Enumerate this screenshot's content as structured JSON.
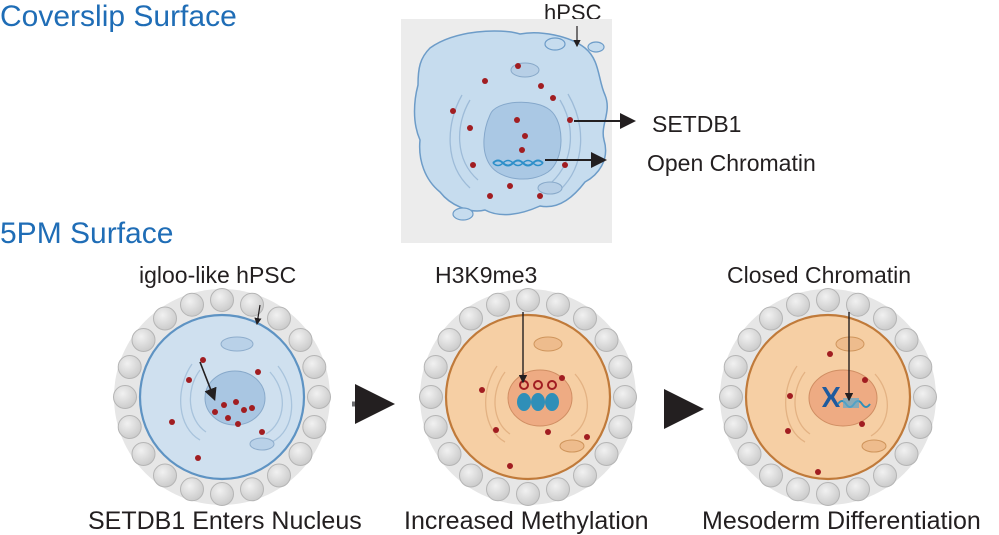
{
  "headers": {
    "coverslip": "Coverslip Surface",
    "pm": "5PM Surface"
  },
  "top_panel": {
    "cell_label": "hPSC",
    "setdb1_label": "SETDB1",
    "chromatin_label": "Open Chromatin"
  },
  "bottom_panels": [
    {
      "top_label": "igloo-like hPSC",
      "caption": "SETDB1 Enters Nucleus"
    },
    {
      "top_label": "H3K9me3",
      "caption": "Increased Methylation"
    },
    {
      "top_label": "Closed Chromatin",
      "caption": "Mesoderm Differentiation"
    }
  ],
  "colors": {
    "header_blue": "#1f6db6",
    "cell_blue": "#cfe0ef",
    "cell_orange": "#f6cfa4",
    "dot_red": "#a11d21",
    "bead_gray": "#dcdcdc"
  }
}
